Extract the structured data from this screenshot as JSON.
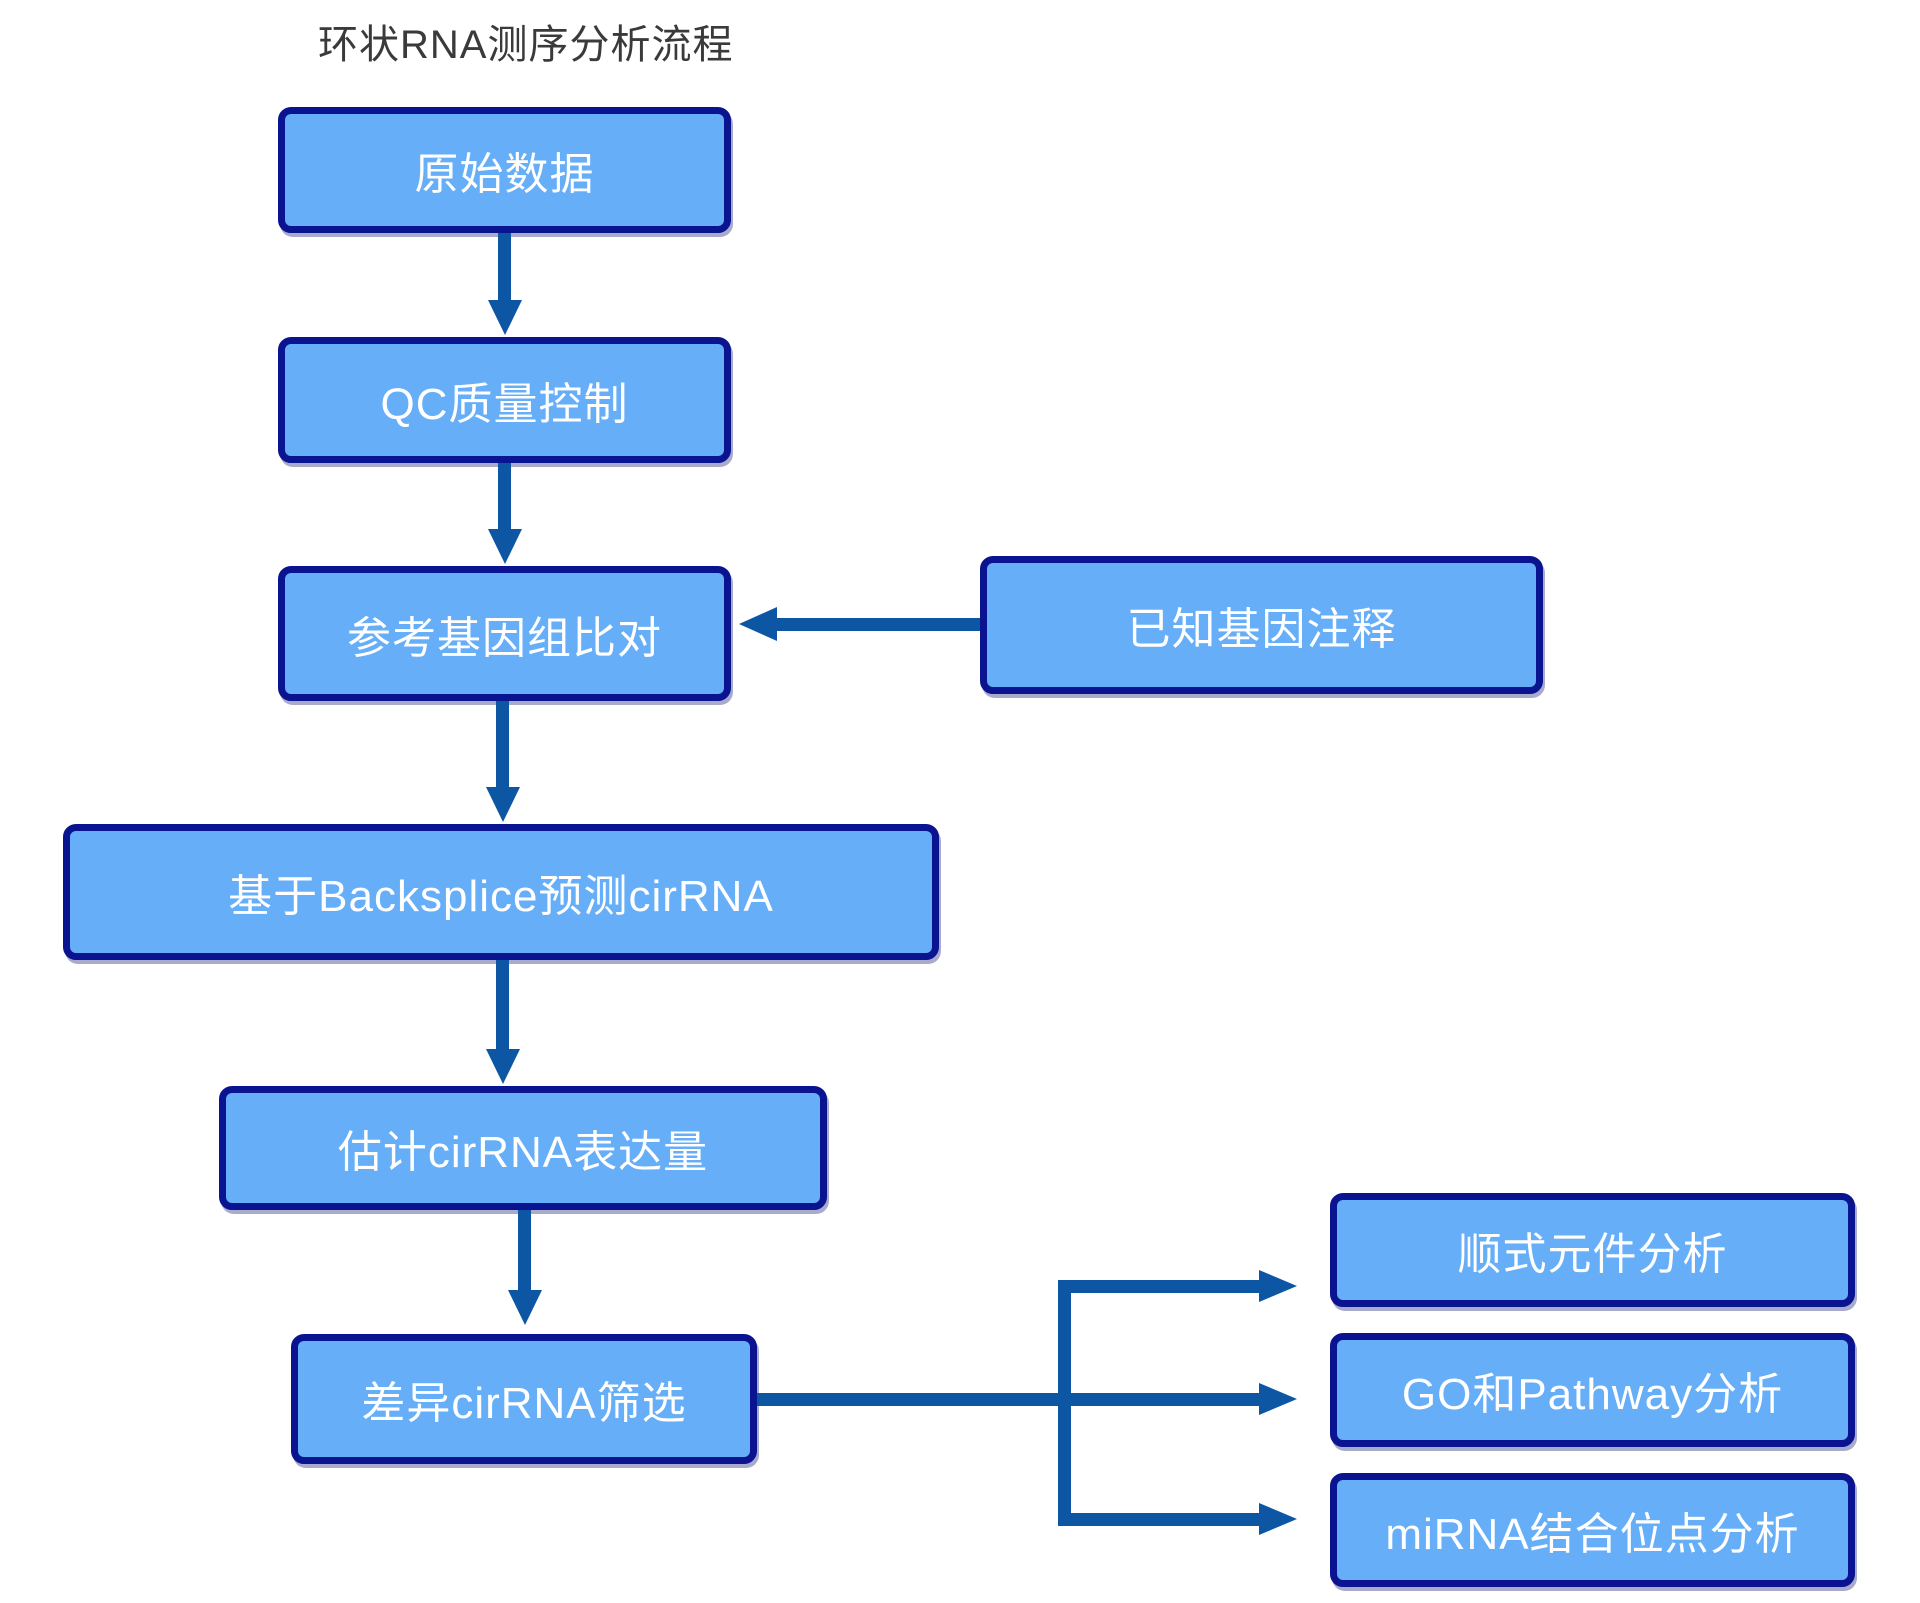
{
  "title": {
    "text": "环状RNA测序分析流程"
  },
  "colors": {
    "box_fill": "#66aef8",
    "box_border": "#0a1390",
    "arrow": "#0d56a4",
    "title_text": "#3a3a3a",
    "box_text": "#ffffff",
    "background": "#ffffff"
  },
  "nodes": {
    "raw_data": {
      "label": "原始数据"
    },
    "qc": {
      "label": "QC质量控制"
    },
    "alignment": {
      "label": "参考基因组比对"
    },
    "annotation": {
      "label": "已知基因注释"
    },
    "backsplice": {
      "label": "基于Backsplice预测cirRNA"
    },
    "expression": {
      "label": "估计cirRNA表达量"
    },
    "diff": {
      "label": "差异cirRNA筛选"
    },
    "cis": {
      "label": "顺式元件分析"
    },
    "go_pathway": {
      "label": "GO和Pathway分析"
    },
    "mirna": {
      "label": "miRNA结合位点分析"
    }
  },
  "edges": [
    {
      "from": "raw_data",
      "to": "qc"
    },
    {
      "from": "qc",
      "to": "alignment"
    },
    {
      "from": "annotation",
      "to": "alignment"
    },
    {
      "from": "alignment",
      "to": "backsplice"
    },
    {
      "from": "backsplice",
      "to": "expression"
    },
    {
      "from": "expression",
      "to": "diff"
    },
    {
      "from": "diff",
      "to": "cis"
    },
    {
      "from": "diff",
      "to": "go_pathway"
    },
    {
      "from": "diff",
      "to": "mirna"
    }
  ]
}
